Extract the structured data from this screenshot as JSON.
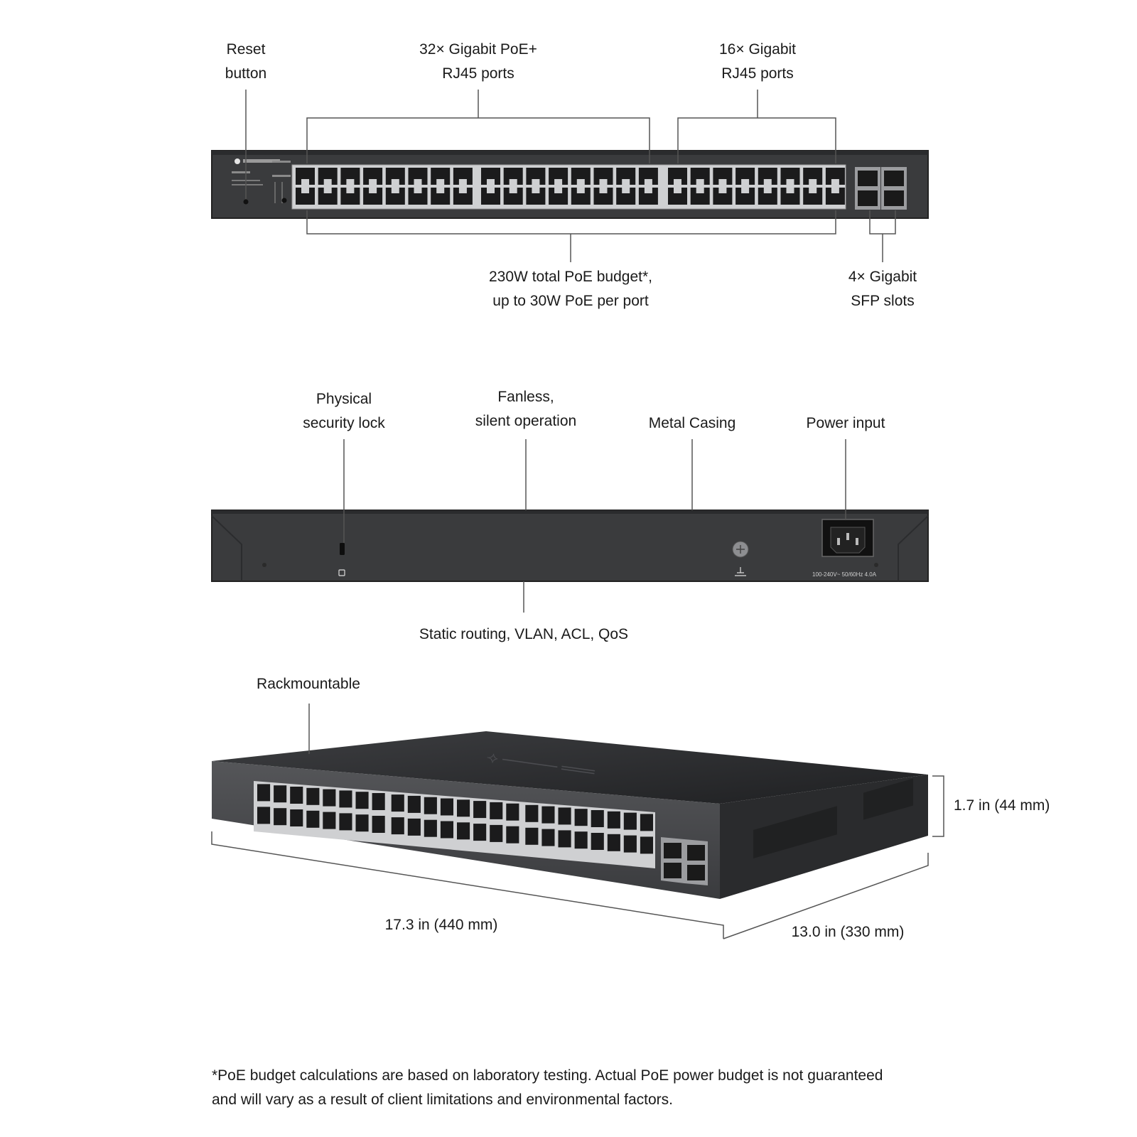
{
  "front_callouts": {
    "reset": [
      "Reset",
      "button"
    ],
    "poe_ports": [
      "32× Gigabit PoE+",
      "RJ45 ports"
    ],
    "gigabit_ports": [
      "16× Gigabit",
      "RJ45 ports"
    ],
    "poe_budget": [
      "230W total PoE budget*,",
      "up to 30W PoE per port"
    ],
    "sfp": [
      "4× Gigabit",
      "SFP slots"
    ]
  },
  "rear_callouts": {
    "lock": [
      "Physical",
      "security lock"
    ],
    "fanless": [
      "Fanless,",
      "silent operation"
    ],
    "metal": "Metal Casing",
    "power": "Power input",
    "features": "Static routing, VLAN, ACL, QoS"
  },
  "power_rating": "100-240V~ 50/60Hz 4.0A",
  "perspective_callouts": {
    "rackmount": "Rackmountable",
    "height": "1.7 in (44 mm)",
    "width": "17.3 in (440 mm)",
    "depth": "13.0 in (330 mm)"
  },
  "footnote": [
    "*PoE budget calculations are based on laboratory testing. Actual PoE power budget is not guaranteed",
    "and will vary as a result of client limitations and environmental factors."
  ],
  "colors": {
    "chassis": "#3a3b3d",
    "chassis_dark": "#2b2c2e",
    "port": "#1b1b1c",
    "line": "#555555"
  }
}
